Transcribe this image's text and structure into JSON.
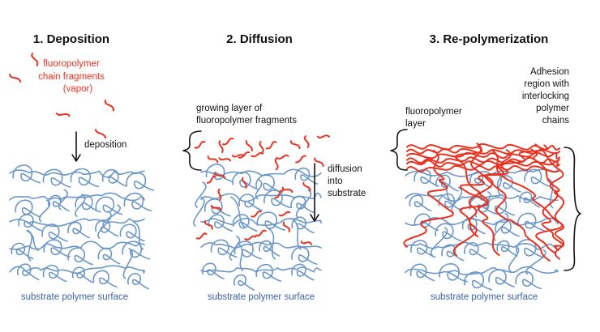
{
  "colors": {
    "substrate": "#6b96c8",
    "fluoropolymer": "#e8321f",
    "ink": "#111111",
    "substrate_label": "#3a62a8"
  },
  "panels": [
    {
      "title": "1. Deposition",
      "vapor_label": [
        "fluoropolymer",
        "chain fragments",
        "(vapor)"
      ],
      "arrow_label": "deposition",
      "substrate_label": "substrate polymer surface"
    },
    {
      "title": "2. Diffusion",
      "layer_label": [
        "growing layer of",
        "fluoropolymer fragments"
      ],
      "arrow_label": [
        "diffusion",
        "into",
        "substrate"
      ],
      "substrate_label": "substrate polymer surface"
    },
    {
      "title": "3. Re-polymerization",
      "layer_label": [
        "fluoropolymer",
        "layer"
      ],
      "adhesion_label": [
        "Adhesion",
        "region with",
        "interlocking",
        "polymer",
        "chains"
      ],
      "substrate_label": "substrate polymer surface"
    }
  ]
}
